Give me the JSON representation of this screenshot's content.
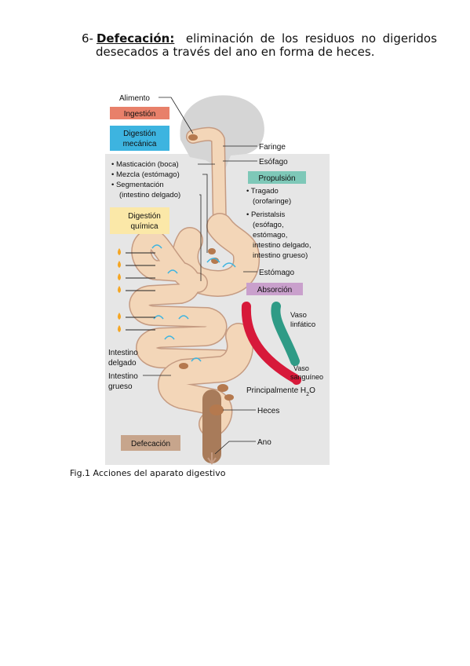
{
  "paragraph": {
    "number": "6-",
    "term": "Defecación:",
    "line1_words": [
      "eliminación",
      "de",
      "los",
      "residuos",
      "no",
      "digeridos"
    ],
    "line2": "desecados a través del ano en forma de heces."
  },
  "figure": {
    "labels": {
      "alimento": "Alimento",
      "faringe": "Faringe",
      "esofago": "Esófago",
      "estomago": "Estómago",
      "intestino_delgado_1": "Intestino",
      "intestino_delgado_2": "delgado",
      "intestino_grueso_1": "Intestino",
      "intestino_grueso_2": "grueso",
      "heces": "Heces",
      "ano": "Ano",
      "vaso_linfatico_1": "Vaso",
      "vaso_linfatico_2": "linfático",
      "vaso_sanguineo_1": "Vaso",
      "vaso_sanguineo_2": "sanguíneo",
      "principalmente": "Principalmente H",
      "principalmente_sub": "2",
      "principalmente_end": "O"
    },
    "boxes": {
      "ingestion": "Ingestión",
      "digestion_mecanica_1": "Digestión",
      "digestion_mecanica_2": "mecánica",
      "digestion_quimica_1": "Digestión",
      "digestion_quimica_2": "química",
      "propulsion": "Propulsión",
      "absorcion": "Absorción",
      "defecacion": "Defecación"
    },
    "mechanical_list": [
      "• Masticación (boca)",
      "• Mezcla (estómago)",
      "• Segmentación",
      "(intestino delgado)"
    ],
    "propulsion_list": [
      "• Tragado",
      "(orofaringe)",
      "• Peristalsis",
      "(esófago,",
      "estómago,",
      "intestino delgado,",
      "intestino grueso)"
    ],
    "colors": {
      "ingestion": "#e8806a",
      "mecanica": "#3db4e0",
      "quimica": "#fbe8a8",
      "propulsion": "#7ec8b8",
      "absorcion": "#c9a0cc",
      "defecacion": "#c7a58c",
      "tract": "#f3d6b8",
      "blood": "#d7193a",
      "lymph": "#2f9b86",
      "background": "#e6e6e6"
    }
  },
  "caption": "Fig.1  Acciones del aparato digestivo"
}
